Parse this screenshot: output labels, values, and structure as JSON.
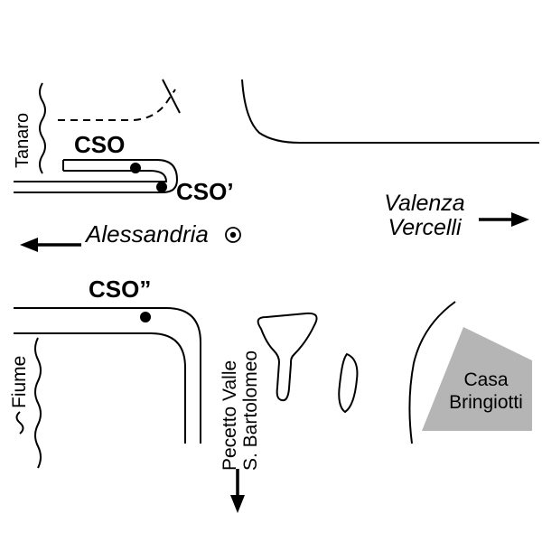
{
  "map": {
    "labels": {
      "tanaro": "Tanaro",
      "cso": "CSO",
      "cso_prime": "CSO’",
      "cso_second": "CSO”",
      "alessandria": "Alessandria",
      "valenza": "Valenza",
      "vercelli": "Vercelli",
      "pecetto_line1": "Pecetto Valle",
      "pecetto_line2": "S. Bartolomeo",
      "fiume": "Fiume",
      "casa_line1": "Casa",
      "casa_line2": "Bringiotti"
    },
    "arrows": {
      "alessandria_direction": "left",
      "valenza_vercelli_direction": "right",
      "pecetto_direction": "down"
    },
    "markers": {
      "station_dot_count": 3,
      "station_dot_labels": [
        "CSO",
        "CSO’",
        "CSO”"
      ],
      "town_symbol": "double-circle"
    },
    "colors": {
      "ink": "#000000",
      "area_fill": "#b5b5b5",
      "background": "#ffffff"
    }
  }
}
